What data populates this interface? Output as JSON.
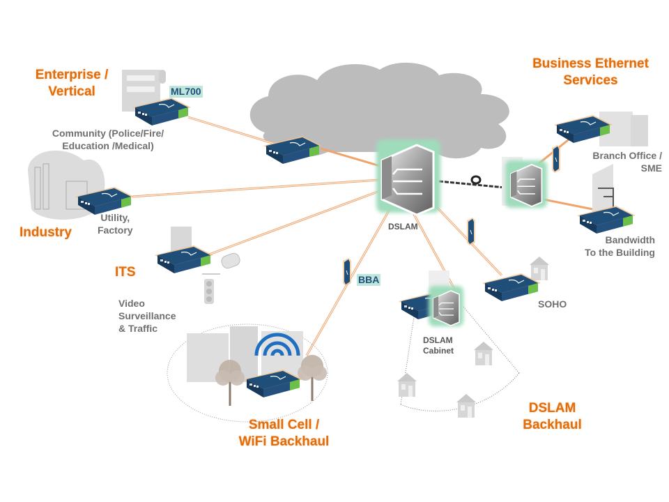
{
  "diagram": {
    "title": "Carrier Ethernet / DSLAM backhaul application map",
    "colors": {
      "heading": "#e36c0a",
      "label": "#6f6f6f",
      "link": "#f0a36b",
      "cloud": "#bcbcbc",
      "device_body": "#1f4e79",
      "device_side": "#5cb85c",
      "glow": "#9fdcbc"
    },
    "segments": [
      {
        "id": "enterprise",
        "heading": [
          "Enterprise /",
          "Vertical"
        ],
        "sublabel": [
          "Community (Police/Fire/",
          "Education /Medical)"
        ],
        "device_tag": "ML700"
      },
      {
        "id": "industry",
        "heading": [
          "Industry"
        ],
        "sublabel": [
          "Utility,",
          "Factory"
        ]
      },
      {
        "id": "its",
        "heading": [
          "ITS"
        ],
        "sublabel": [
          "Video",
          "Surveillance",
          "& Traffic"
        ]
      },
      {
        "id": "small-cell",
        "heading": [
          "Small Cell  /",
          "WiFi Backhaul"
        ],
        "device_tag": "BBA"
      },
      {
        "id": "dslam-backhaul",
        "heading": [
          "DSLAM",
          "Backhaul"
        ],
        "sublabel": [
          "DSLAM",
          "Cabinet"
        ]
      },
      {
        "id": "soho",
        "sublabel": [
          "SOHO"
        ]
      },
      {
        "id": "bandwidth",
        "sublabel": [
          "Bandwidth",
          "To the Building"
        ]
      },
      {
        "id": "business",
        "heading": [
          "Business Ethernet",
          "Services"
        ],
        "sublabel": [
          "Branch Office /",
          "SME"
        ]
      }
    ],
    "core": {
      "label": "DSLAM"
    }
  }
}
